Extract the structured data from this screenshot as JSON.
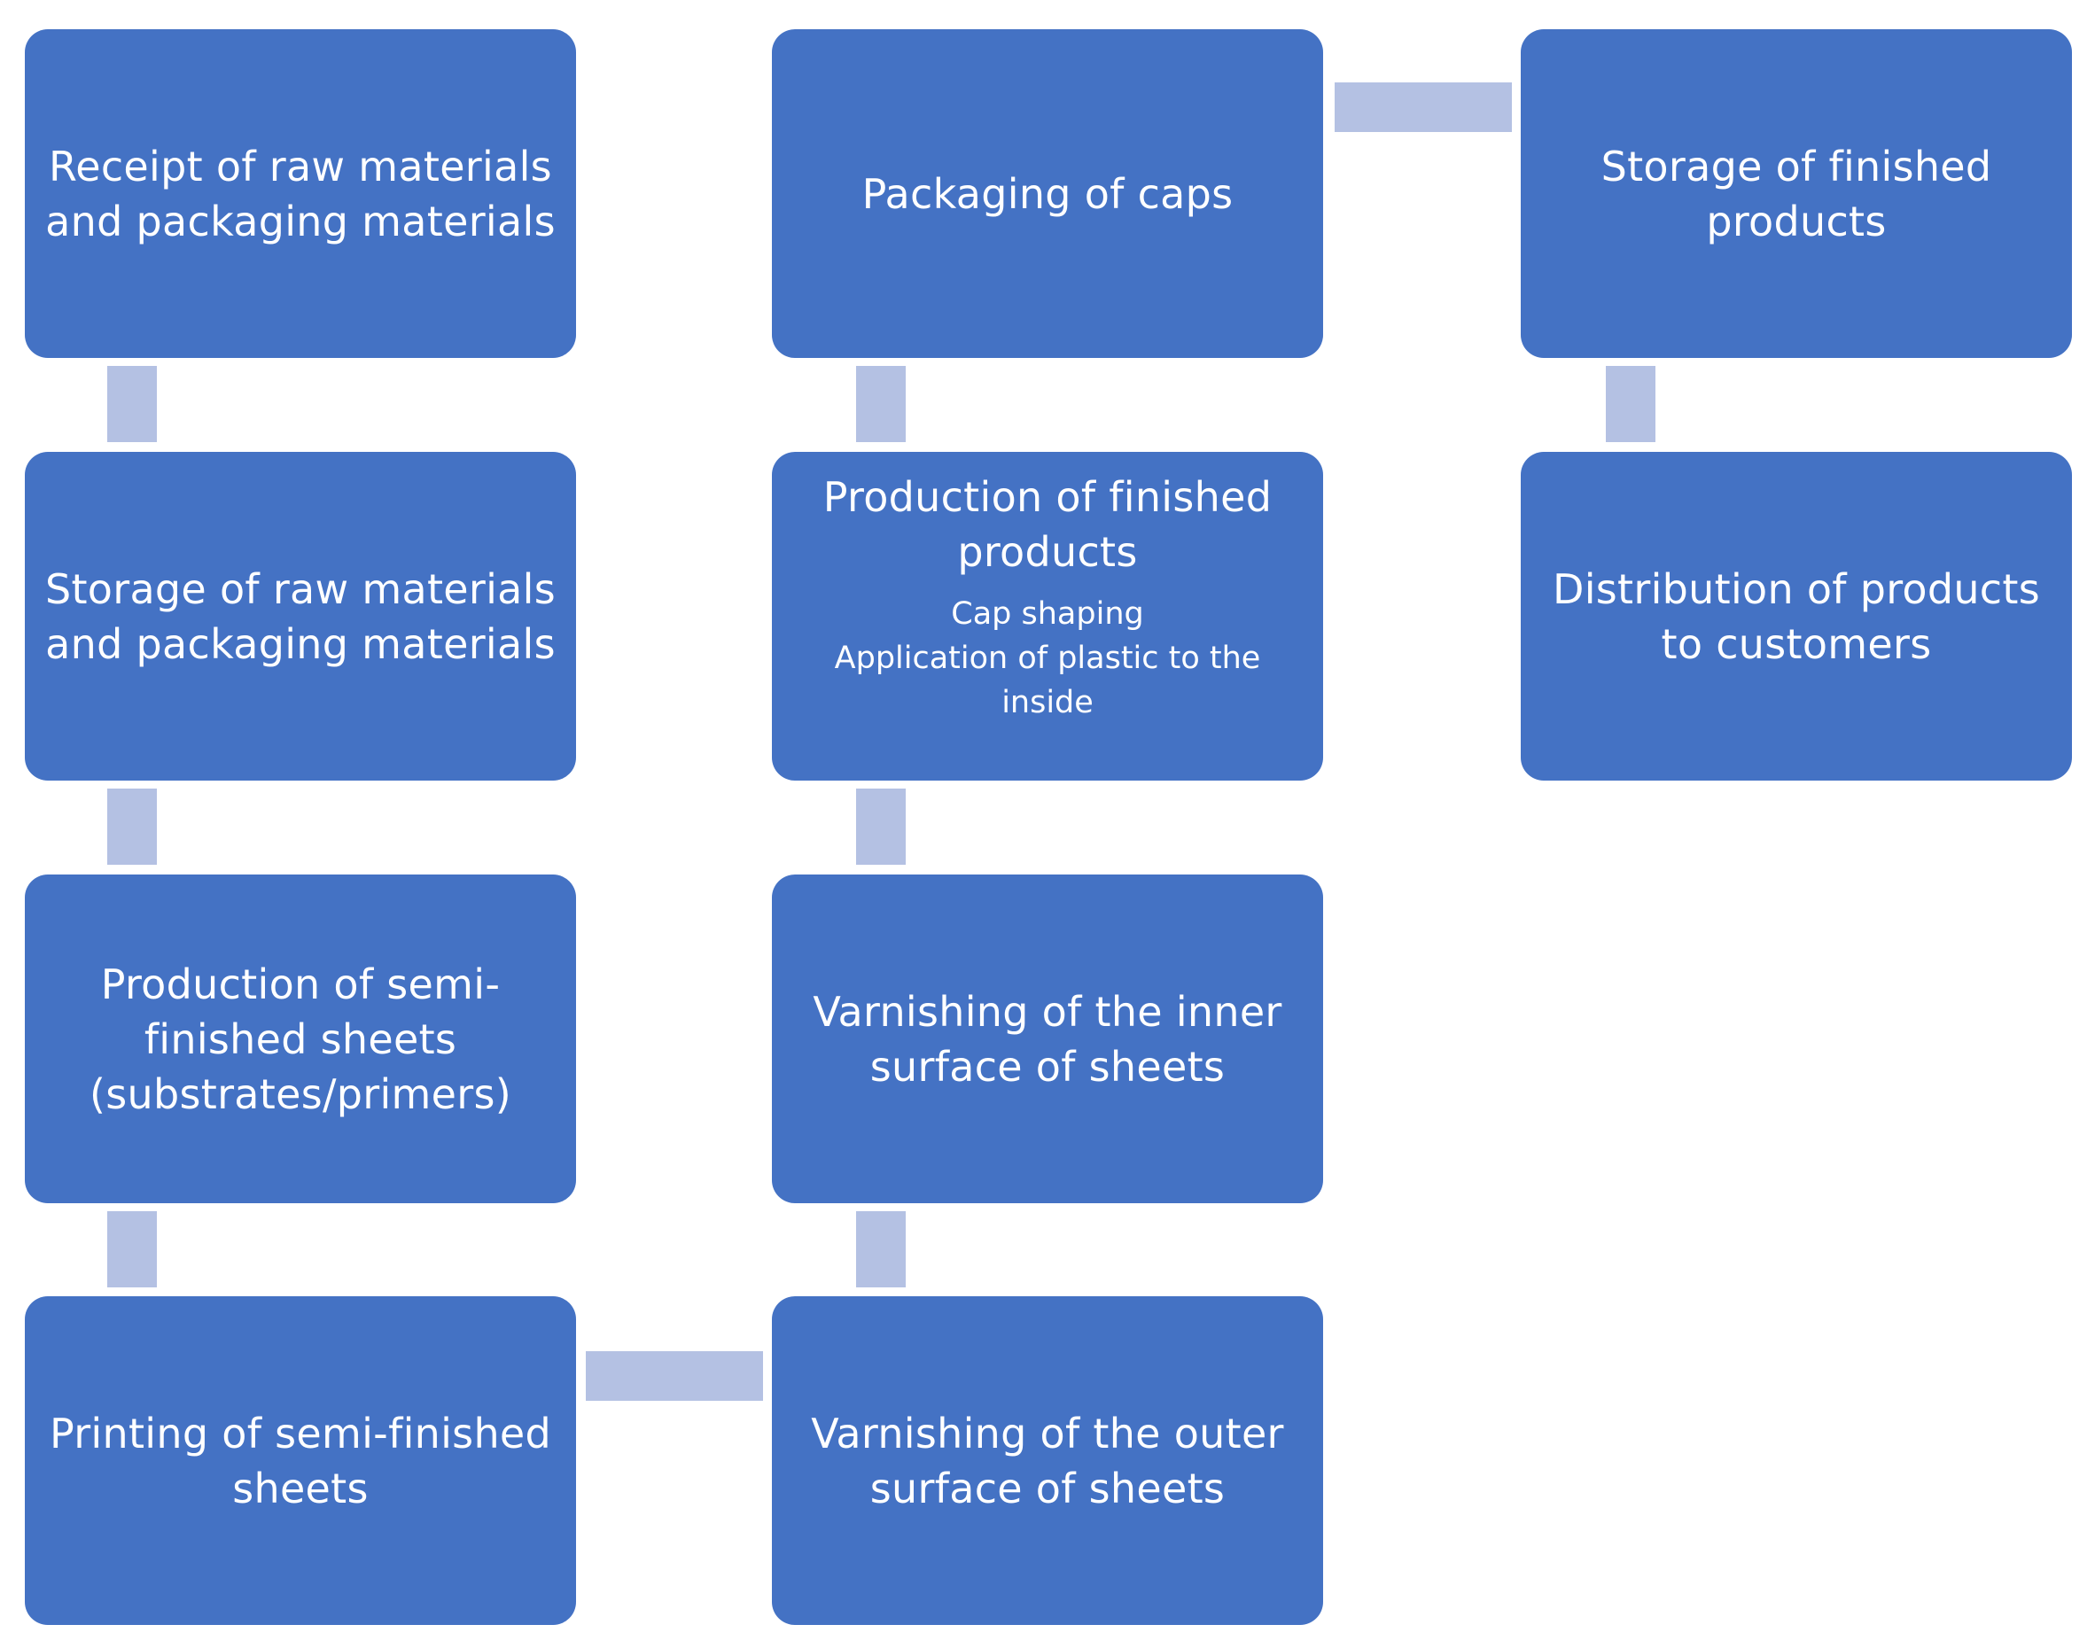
{
  "diagram": {
    "boxes": {
      "receipt": {
        "title": "Receipt of raw materials and packaging materials"
      },
      "storage_raw": {
        "title": "Storage of raw materials and packaging materials"
      },
      "semi_finished": {
        "title": "Production of semi-finished sheets (substrates/primers)"
      },
      "printing": {
        "title": "Printing of semi-finished sheets"
      },
      "varnish_outer": {
        "title": "Varnishing of the outer surface of sheets"
      },
      "varnish_inner": {
        "title": "Varnishing of the inner surface of sheets"
      },
      "production_finished": {
        "title": "Production of finished products",
        "subs": [
          "Cap shaping",
          "Application of plastic to the inside"
        ]
      },
      "packaging_caps": {
        "title": "Packaging of caps"
      },
      "storage_finished": {
        "title": "Storage of finished products"
      },
      "distribution": {
        "title": "Distribution of products to customers"
      }
    },
    "colors": {
      "box_fill": "#4472C4",
      "connector": "#B4C1E3",
      "text": "#ffffff"
    }
  }
}
